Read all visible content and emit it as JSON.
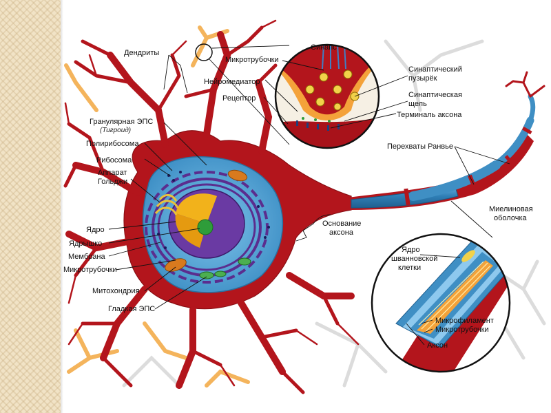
{
  "labels": {
    "dendrites": "Дендриты",
    "microtubules_top": "Микротрубочки",
    "synapse": "Синапс",
    "neurotransmitter": "Нейромедиатор",
    "receptor": "Рецептор",
    "synaptic_vesicle_1": "Синаптический",
    "synaptic_vesicle_2": "пузырёк",
    "synaptic_cleft_1": "Синаптическая",
    "synaptic_cleft_2": "щель",
    "axon_terminal": "Терминаль аксона",
    "rough_er": "Гранулярная ЭПС",
    "tigroid": "(Тигроид)",
    "polyribosome": "Полирибосома",
    "ribosome": "Рибосома",
    "golgi_1": "Аппарат",
    "golgi_2": "Гольджи",
    "nucleus": "Ядро",
    "nucleolus": "Ядрышко",
    "membrane": "Мембрана",
    "microtubules_left": "Микротрубочки",
    "mitochondrion": "Митохондрия",
    "smooth_er": "Гладкая ЭПС",
    "ranvier_nodes": "Перехваты Ранвье",
    "axon_hillock_1": "Основание",
    "axon_hillock_2": "аксона",
    "myelin_1": "Миелиновая",
    "myelin_2": "оболочка",
    "schwann_1": "Ядро",
    "schwann_2": "шванновской",
    "schwann_3": "клетки",
    "microfilament": "Микрофиламент",
    "microtubules_inset": "Микротрубочки",
    "axon": "Аксон"
  },
  "colors": {
    "neuron": "#b3151c",
    "neuron_dark": "#8a0f14",
    "cytoplasm": "#4a9fd1",
    "nucleus_purple": "#5b2d8e",
    "nucleus_core": "#f2b21b",
    "nucleolus": "#2e9d3a",
    "myelin": "#3f8fc4",
    "terminal_orange": "#f4a23a",
    "background_texture": "#f1e3c6"
  }
}
